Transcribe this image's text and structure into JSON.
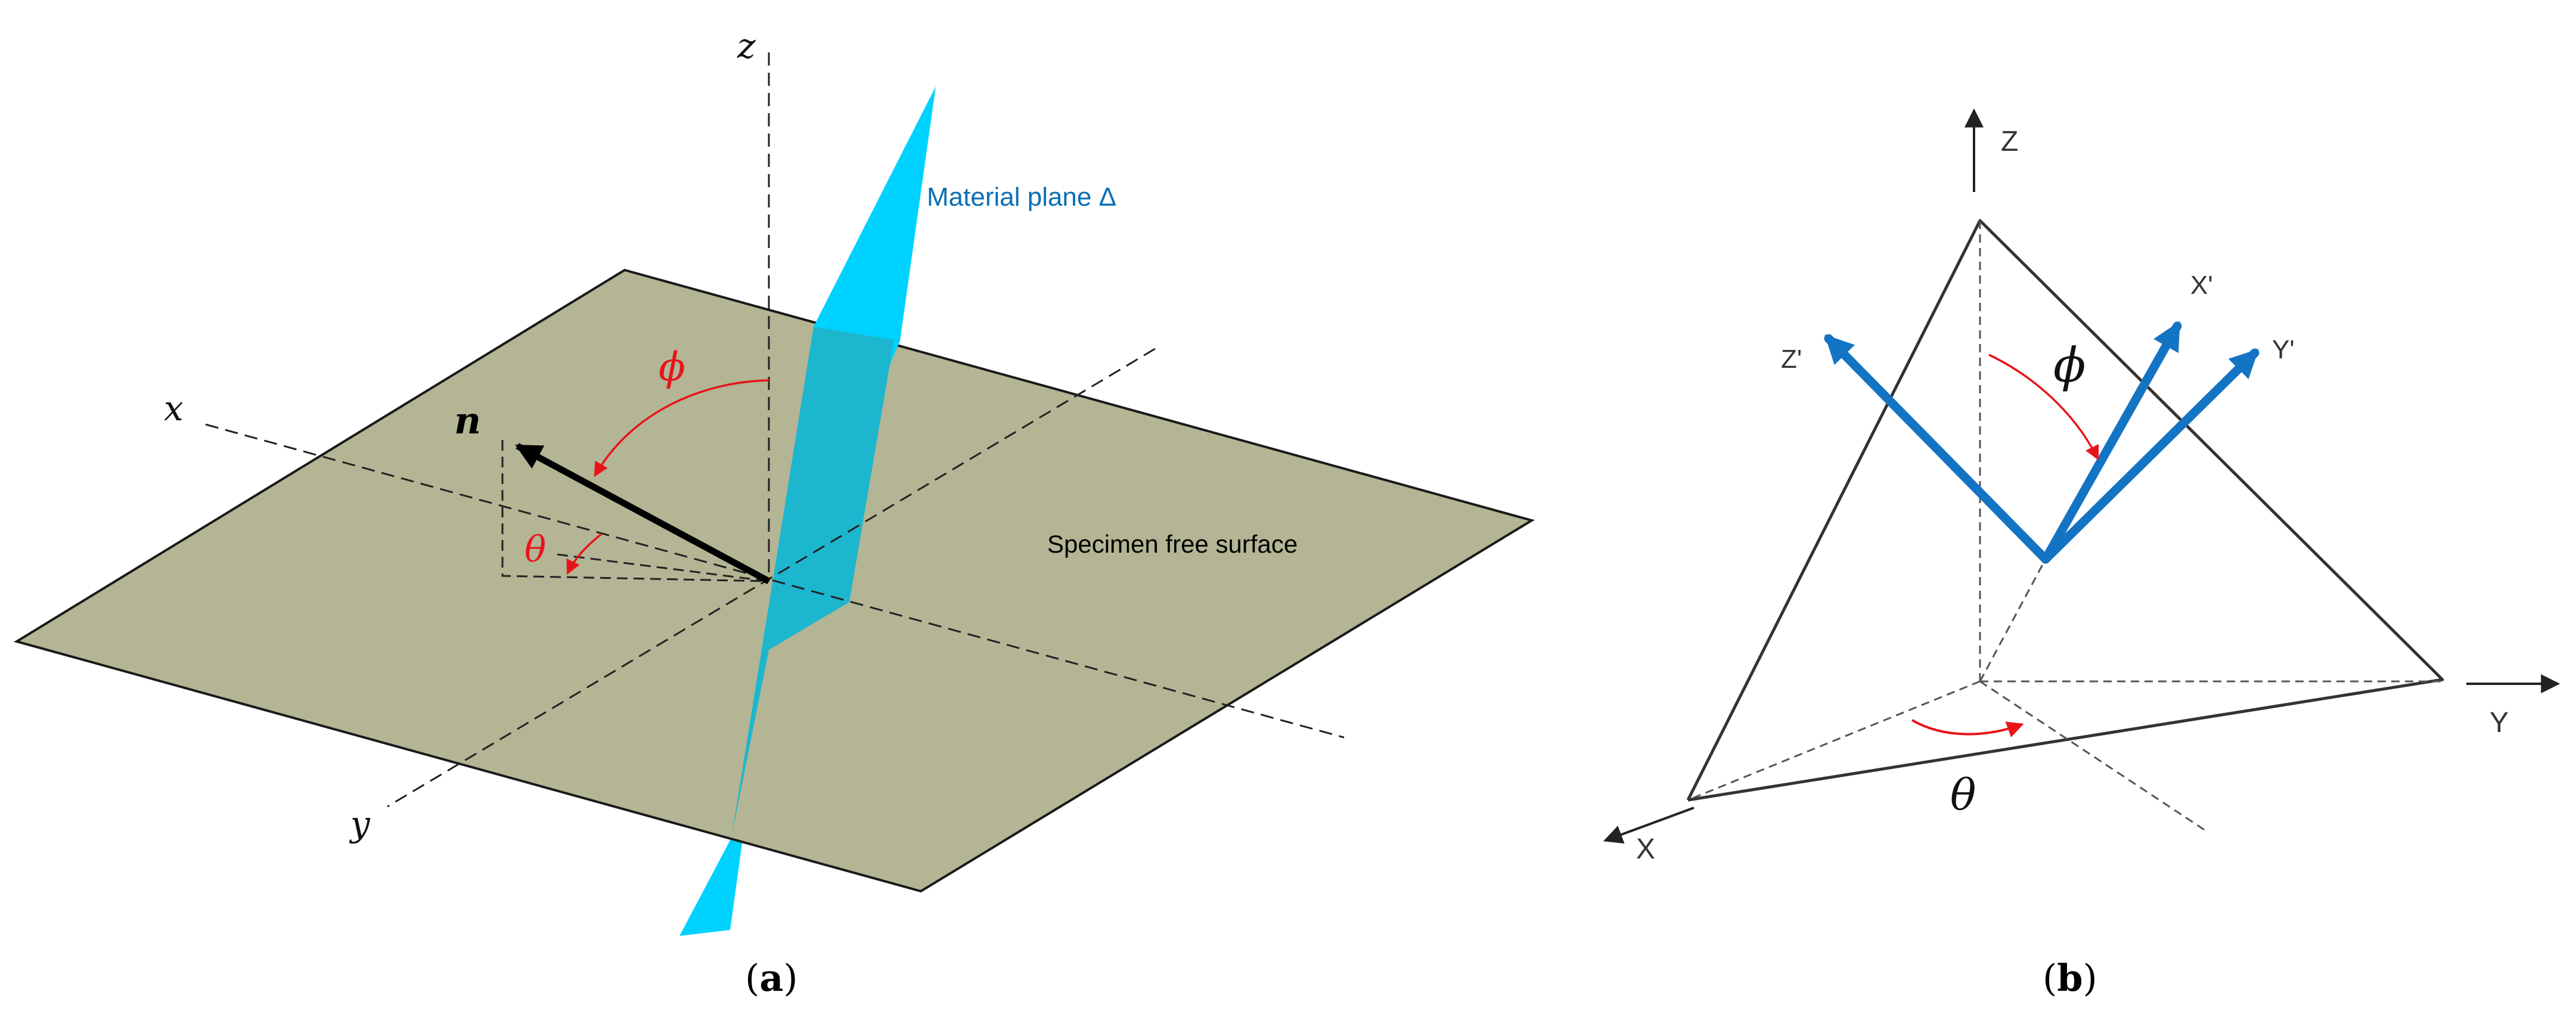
{
  "panel_a": {
    "caption_open": "(",
    "caption_letter": "a",
    "caption_close": ")",
    "axis_z": "z",
    "axis_x": "x",
    "axis_y": "y",
    "normal_label": "n",
    "phi": "ϕ",
    "theta": "θ",
    "plane_label": "Material plane Δ",
    "surface_label": "Specimen free surface",
    "colors": {
      "surface": "#b3b594",
      "plane": "#00d2ff",
      "plane_overlap": "#1db6cf",
      "plane_label": "#0a6fb5",
      "angle": "#e8141a"
    }
  },
  "panel_b": {
    "caption_open": "(",
    "caption_letter": "b",
    "caption_close": ")",
    "axis_Z": "Z",
    "axis_X": "X",
    "axis_Y": "Y",
    "axis_Zp": "Z'",
    "axis_Xp": "X'",
    "axis_Yp": "Y'",
    "phi": "ϕ",
    "theta": "θ",
    "colors": {
      "arrows": "#1474c4",
      "angle": "#e8141a"
    }
  }
}
